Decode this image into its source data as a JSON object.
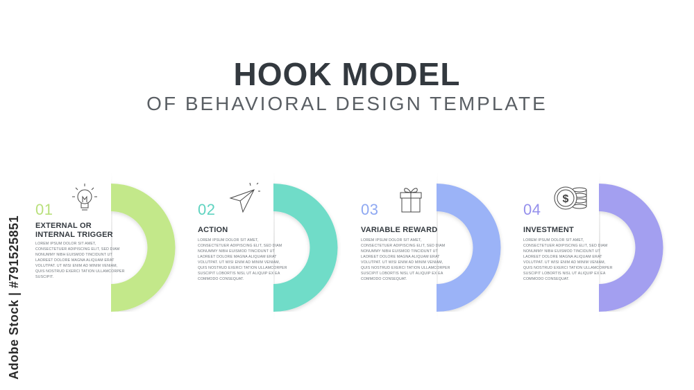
{
  "title": "HOOK MODEL",
  "subtitle": "OF BEHAVIORAL DESIGN TEMPLATE",
  "watermark": "Adobe Stock | #791525851",
  "steps": [
    {
      "number": "01",
      "heading": "EXTERNAL OR INTERNAL TRIGGER",
      "body": "LOREM IPSUM DOLOR SIT AMET, CONSECTETUER ADIPISCING ELIT, SED DIAM NONUMMY NIBH EUISMOD TINCIDUNT UT LAOREET DOLORE MAGNA ALIQUAM ERAT VOLUTPAT. UT WISI ENIM AD MINIM VENIAM, QUIS NOSTRUD EXERCI TATION ULLAMCORPER SUSCIPIT.",
      "icon": "lightbulb-icon",
      "color": "#c3e88a"
    },
    {
      "number": "02",
      "heading": "ACTION",
      "body": "LOREM IPSUM DOLOR SIT AMET, CONSECTETUER ADIPISCING ELIT, SED DIAM NONUMMY NIBH EUISMOD TINCIDUNT UT LAOREET DOLORE MAGNA ALIQUAM ERAT VOLUTPAT. UT WISI ENIM AD MINIM VENIAM, QUIS NOSTRUD EXERCI TATION ULLAMCORPER SUSCIPIT LOBORTIS NISL UT ALIQUIP EX EA COMMODO CONSEQUAT.",
      "icon": "paper-plane-icon",
      "color": "#6fdcc8"
    },
    {
      "number": "03",
      "heading": "VARIABLE REWARD",
      "body": "LOREM IPSUM DOLOR SIT AMET, CONSECTETUER ADIPISCING ELIT, SED DIAM NONUMMY NIBH EUISMOD TINCIDUNT UT LAOREET DOLORE MAGNA ALIQUAM ERAT VOLUTPAT. UT WISI ENIM AD MINIM VENIAM, QUIS NOSTRUD EXERCI TATION ULLAMCORPER SUSCIPIT LOBORTIS NISL UT ALIQUIP EX EA COMMODO CONSEQUAT.",
      "icon": "gift-icon",
      "color": "#9bb3f7"
    },
    {
      "number": "04",
      "heading": "INVESTMENT",
      "body": "LOREM IPSUM DOLOR SIT AMET, CONSECTETUER ADIPISCING ELIT, SED DIAM NONUMMY NIBH EUISMOD TINCIDUNT UT LAOREET DOLORE MAGNA ALIQUAM ERAT VOLUTPAT. UT WISI ENIM AD MINIM VENIAM, QUIS NOSTRUD EXERCI TATION ULLAMCORPER SUSCIPIT LOBORTIS NISL UT ALIQUIP EX EA COMMODO CONSEQUAT.",
      "icon": "coins-icon",
      "color": "#a39ff0"
    }
  ]
}
